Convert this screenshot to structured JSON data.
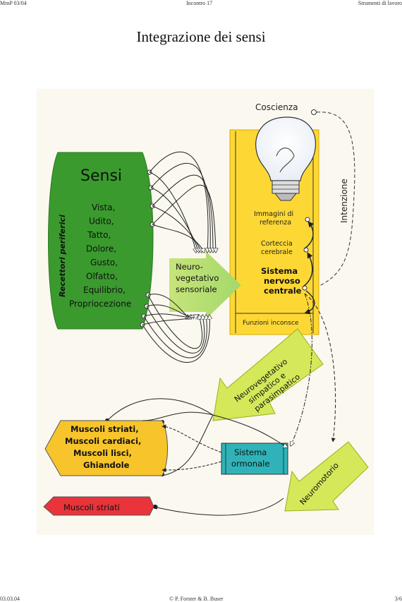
{
  "header": {
    "left": "MmP 03/04",
    "center": "Incontro 17",
    "right": "Strumenti di lavoro"
  },
  "title": "Integrazione dei sensi",
  "diagram": {
    "sensi": {
      "title": "Sensi",
      "side_label": "Recettori periferici",
      "items": [
        "Vista,",
        "Udito,",
        "Tatto,",
        "Dolore,",
        "Gusto,",
        "Olfatto,",
        "Equilibrio,",
        "Propriocezione"
      ]
    },
    "neuro_sensoriale": [
      "Neuro-",
      "vegetativo",
      "sensoriale"
    ],
    "coscienza": "Coscienza",
    "intenzione": "Intenzione",
    "snc": {
      "immagini": [
        "Immagini di",
        "referenza"
      ],
      "corteccia": [
        "Corteccia",
        "cerebrale"
      ],
      "sistema": [
        "Sistema",
        "nervoso",
        "centrale"
      ],
      "funzioni": "Funzioni inconsce"
    },
    "neuro_simpatico": [
      "Neurovegetativo",
      "simpatico e",
      "parasimpatico"
    ],
    "muscoli": [
      "Muscoli striati,",
      "Muscoli cardiaci,",
      "Muscoli lisci,",
      "Ghiandole"
    ],
    "ormonale": [
      "Sistema",
      "ormonale"
    ],
    "neuromotorio": "Neuromotorio",
    "muscoli_striati": "Muscoli striati",
    "colors": {
      "green": "#3a9a2e",
      "yellow": "#fdd835",
      "lime": "#d4e85a",
      "orange": "#f7c52b",
      "teal": "#2fb3b8",
      "red": "#e8343a"
    }
  },
  "footer": {
    "left": "03.03.04",
    "center": "© P. Forster & B. Buser",
    "right": "3/6"
  }
}
